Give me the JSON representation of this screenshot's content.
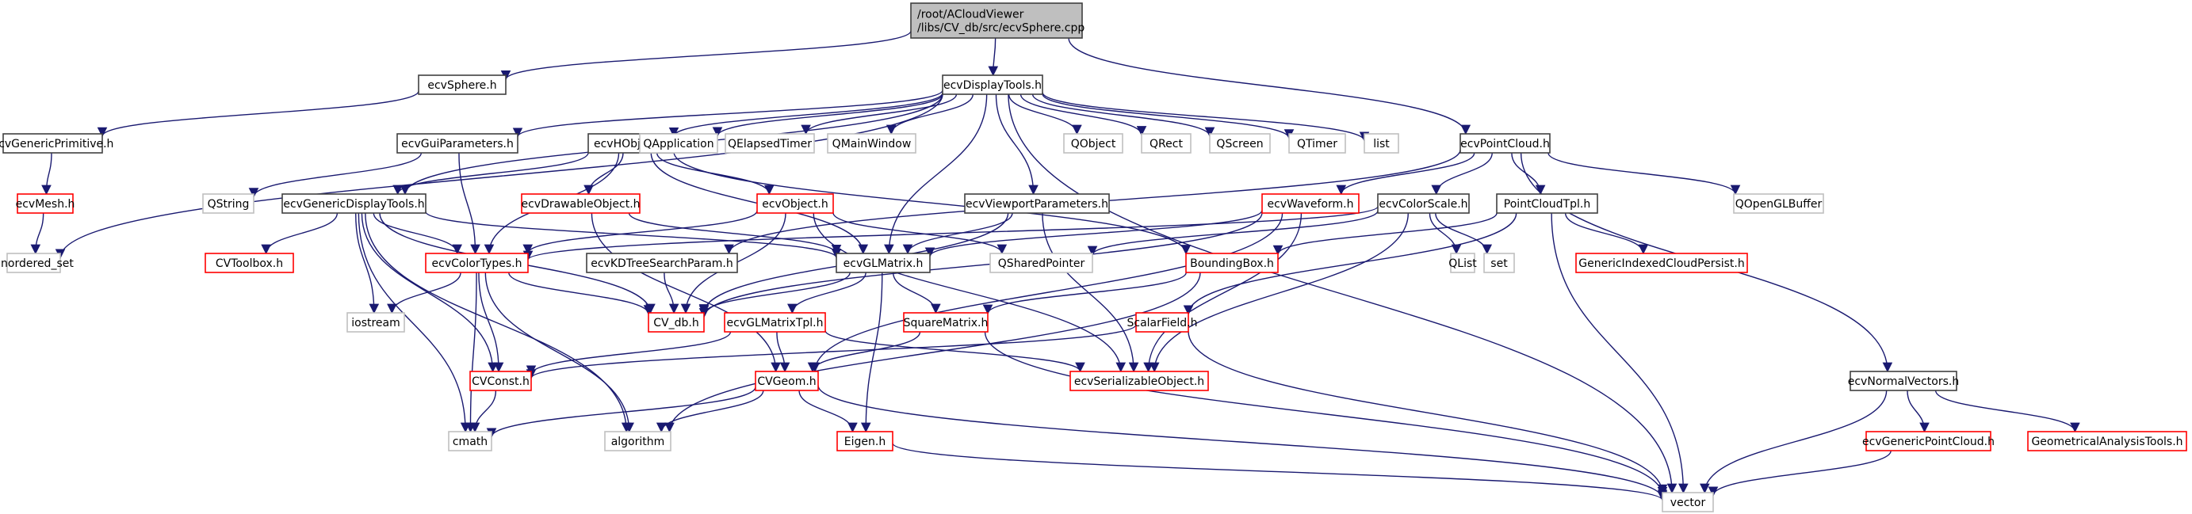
{
  "diagram": {
    "title": "Include dependency graph for ecvSphere.cpp",
    "edge_color": "#191970",
    "legend_colors": {
      "root": "#bfbfbf",
      "documented": "#404040",
      "truncated": "#ff0000",
      "system": "#bfbfbf"
    },
    "nodes": [
      {
        "id": "root",
        "label_lines": [
          "/root/ACloudViewer",
          "/libs/CV_db/src/ecvSphere.cpp"
        ],
        "kind": "root"
      },
      {
        "id": "ecvSphere",
        "label_lines": [
          "ecvSphere.h"
        ],
        "kind": "doc"
      },
      {
        "id": "ecvDisplayTools",
        "label_lines": [
          "ecvDisplayTools.h"
        ],
        "kind": "doc"
      },
      {
        "id": "ecvGenericPrimitive",
        "label_lines": [
          "ecvGenericPrimitive.h"
        ],
        "kind": "doc"
      },
      {
        "id": "ecvMesh",
        "label_lines": [
          "ecvMesh.h"
        ],
        "kind": "red"
      },
      {
        "id": "unordered_set",
        "label_lines": [
          "unordered_set"
        ],
        "kind": "sys"
      },
      {
        "id": "ecvGuiParameters",
        "label_lines": [
          "ecvGuiParameters.h"
        ],
        "kind": "doc"
      },
      {
        "id": "QString",
        "label_lines": [
          "QString"
        ],
        "kind": "sys"
      },
      {
        "id": "ecvGenericDisplayTools",
        "label_lines": [
          "ecvGenericDisplayTools.h"
        ],
        "kind": "doc"
      },
      {
        "id": "ecvHObject",
        "label_lines": [
          "ecvHObject.h"
        ],
        "kind": "doc"
      },
      {
        "id": "QApplication",
        "label_lines": [
          "QApplication"
        ],
        "kind": "sys"
      },
      {
        "id": "QElapsedTimer",
        "label_lines": [
          "QElapsedTimer"
        ],
        "kind": "sys"
      },
      {
        "id": "QMainWindow",
        "label_lines": [
          "QMainWindow"
        ],
        "kind": "sys"
      },
      {
        "id": "QObject",
        "label_lines": [
          "QObject"
        ],
        "kind": "sys"
      },
      {
        "id": "QRect",
        "label_lines": [
          "QRect"
        ],
        "kind": "sys"
      },
      {
        "id": "QScreen",
        "label_lines": [
          "QScreen"
        ],
        "kind": "sys"
      },
      {
        "id": "QTimer",
        "label_lines": [
          "QTimer"
        ],
        "kind": "sys"
      },
      {
        "id": "list",
        "label_lines": [
          "list"
        ],
        "kind": "sys"
      },
      {
        "id": "ecvPointCloud",
        "label_lines": [
          "ecvPointCloud.h"
        ],
        "kind": "doc"
      },
      {
        "id": "QOpenGLBuffer",
        "label_lines": [
          "QOpenGLBuffer"
        ],
        "kind": "sys"
      },
      {
        "id": "ecvDrawableObject",
        "label_lines": [
          "ecvDrawableObject.h"
        ],
        "kind": "red"
      },
      {
        "id": "ecvObject",
        "label_lines": [
          "ecvObject.h"
        ],
        "kind": "red"
      },
      {
        "id": "ecvViewportParameters",
        "label_lines": [
          "ecvViewportParameters.h"
        ],
        "kind": "doc"
      },
      {
        "id": "ecvWaveform",
        "label_lines": [
          "ecvWaveform.h"
        ],
        "kind": "red"
      },
      {
        "id": "ecvColorScale",
        "label_lines": [
          "ecvColorScale.h"
        ],
        "kind": "doc"
      },
      {
        "id": "PointCloudTpl",
        "label_lines": [
          "PointCloudTpl.h"
        ],
        "kind": "doc"
      },
      {
        "id": "CVToolbox",
        "label_lines": [
          "CVToolbox.h"
        ],
        "kind": "red"
      },
      {
        "id": "ecvColorTypes",
        "label_lines": [
          "ecvColorTypes.h"
        ],
        "kind": "red"
      },
      {
        "id": "ecvKDTreeSearchParam",
        "label_lines": [
          "ecvKDTreeSearchParam.h"
        ],
        "kind": "doc"
      },
      {
        "id": "ecvGLMatrix",
        "label_lines": [
          "ecvGLMatrix.h"
        ],
        "kind": "doc"
      },
      {
        "id": "QSharedPointer",
        "label_lines": [
          "QSharedPointer"
        ],
        "kind": "sys"
      },
      {
        "id": "BoundingBox",
        "label_lines": [
          "BoundingBox.h"
        ],
        "kind": "red"
      },
      {
        "id": "QList",
        "label_lines": [
          "QList"
        ],
        "kind": "sys"
      },
      {
        "id": "set",
        "label_lines": [
          "set"
        ],
        "kind": "sys"
      },
      {
        "id": "GenericIndexedCloudPersist",
        "label_lines": [
          "GenericIndexedCloudPersist.h"
        ],
        "kind": "red"
      },
      {
        "id": "iostream",
        "label_lines": [
          "iostream"
        ],
        "kind": "sys"
      },
      {
        "id": "CV_db",
        "label_lines": [
          "CV_db.h"
        ],
        "kind": "red"
      },
      {
        "id": "ecvGLMatrixTpl",
        "label_lines": [
          "ecvGLMatrixTpl.h"
        ],
        "kind": "red"
      },
      {
        "id": "SquareMatrix",
        "label_lines": [
          "SquareMatrix.h"
        ],
        "kind": "red"
      },
      {
        "id": "ScalarField",
        "label_lines": [
          "ScalarField.h"
        ],
        "kind": "red"
      },
      {
        "id": "CVConst",
        "label_lines": [
          "CVConst.h"
        ],
        "kind": "red"
      },
      {
        "id": "CVGeom",
        "label_lines": [
          "CVGeom.h"
        ],
        "kind": "red"
      },
      {
        "id": "ecvSerializableObject",
        "label_lines": [
          "ecvSerializableObject.h"
        ],
        "kind": "red"
      },
      {
        "id": "ecvNormalVectors",
        "label_lines": [
          "ecvNormalVectors.h"
        ],
        "kind": "doc"
      },
      {
        "id": "cmath",
        "label_lines": [
          "cmath"
        ],
        "kind": "sys"
      },
      {
        "id": "algorithm",
        "label_lines": [
          "algorithm"
        ],
        "kind": "sys"
      },
      {
        "id": "Eigen",
        "label_lines": [
          "Eigen.h"
        ],
        "kind": "red"
      },
      {
        "id": "ecvGenericPointCloud",
        "label_lines": [
          "ecvGenericPointCloud.h"
        ],
        "kind": "red"
      },
      {
        "id": "GeometricalAnalysisTools",
        "label_lines": [
          "GeometricalAnalysisTools.h"
        ],
        "kind": "red"
      },
      {
        "id": "vector",
        "label_lines": [
          "vector"
        ],
        "kind": "sys"
      }
    ],
    "edges": [
      [
        "root",
        "ecvSphere"
      ],
      [
        "root",
        "ecvDisplayTools"
      ],
      [
        "root",
        "ecvPointCloud"
      ],
      [
        "ecvSphere",
        "ecvGenericPrimitive"
      ],
      [
        "ecvGenericPrimitive",
        "ecvMesh"
      ],
      [
        "ecvMesh",
        "unordered_set"
      ],
      [
        "ecvDisplayTools",
        "ecvGuiParameters"
      ],
      [
        "ecvDisplayTools",
        "ecvGenericDisplayTools"
      ],
      [
        "ecvDisplayTools",
        "ecvHObject"
      ],
      [
        "ecvDisplayTools",
        "QApplication"
      ],
      [
        "ecvDisplayTools",
        "QElapsedTimer"
      ],
      [
        "ecvDisplayTools",
        "QMainWindow"
      ],
      [
        "ecvDisplayTools",
        "QObject"
      ],
      [
        "ecvDisplayTools",
        "QRect"
      ],
      [
        "ecvDisplayTools",
        "QScreen"
      ],
      [
        "ecvDisplayTools",
        "QTimer"
      ],
      [
        "ecvDisplayTools",
        "list"
      ],
      [
        "ecvDisplayTools",
        "unordered_set"
      ],
      [
        "ecvDisplayTools",
        "ecvViewportParameters"
      ],
      [
        "ecvDisplayTools",
        "ecvGLMatrix"
      ],
      [
        "ecvDisplayTools",
        "vector"
      ],
      [
        "ecvGuiParameters",
        "QString"
      ],
      [
        "ecvGuiParameters",
        "ecvColorTypes"
      ],
      [
        "ecvGenericDisplayTools",
        "CVToolbox"
      ],
      [
        "ecvGenericDisplayTools",
        "ecvColorTypes"
      ],
      [
        "ecvGenericDisplayTools",
        "iostream"
      ],
      [
        "ecvGenericDisplayTools",
        "CV_db"
      ],
      [
        "ecvGenericDisplayTools",
        "ecvGLMatrix"
      ],
      [
        "ecvGenericDisplayTools",
        "CVConst"
      ],
      [
        "ecvGenericDisplayTools",
        "cmath"
      ],
      [
        "ecvGenericDisplayTools",
        "algorithm"
      ],
      [
        "ecvHObject",
        "ecvDrawableObject"
      ],
      [
        "ecvHObject",
        "ecvObject"
      ],
      [
        "ecvHObject",
        "ecvGLMatrix"
      ],
      [
        "ecvHObject",
        "ecvColorTypes"
      ],
      [
        "ecvHObject",
        "BoundingBox"
      ],
      [
        "ecvHObject",
        "ecvGenericDisplayTools"
      ],
      [
        "ecvDrawableObject",
        "ecvGLMatrix"
      ],
      [
        "ecvDrawableObject",
        "CVGeom"
      ],
      [
        "ecvObject",
        "CV_db"
      ],
      [
        "ecvObject",
        "QSharedPointer"
      ],
      [
        "ecvObject",
        "ecvSerializableObject"
      ],
      [
        "ecvObject",
        "ecvColorTypes"
      ],
      [
        "ecvViewportParameters",
        "ecvGLMatrix"
      ],
      [
        "ecvViewportParameters",
        "CV_db"
      ],
      [
        "ecvViewportParameters",
        "ecvSerializableObject"
      ],
      [
        "ecvPointCloud",
        "ecvWaveform"
      ],
      [
        "ecvPointCloud",
        "ecvColorScale"
      ],
      [
        "ecvPointCloud",
        "PointCloudTpl"
      ],
      [
        "ecvPointCloud",
        "QOpenGLBuffer"
      ],
      [
        "ecvPointCloud",
        "ecvNormalVectors"
      ],
      [
        "ecvPointCloud",
        "ecvKDTreeSearchParam"
      ],
      [
        "ecvWaveform",
        "ecvGLMatrix"
      ],
      [
        "ecvWaveform",
        "CV_db"
      ],
      [
        "ecvWaveform",
        "ecvSerializableObject"
      ],
      [
        "ecvWaveform",
        "CVGeom"
      ],
      [
        "ecvColorScale",
        "QList"
      ],
      [
        "ecvColorScale",
        "set"
      ],
      [
        "ecvColorScale",
        "QSharedPointer"
      ],
      [
        "ecvColorScale",
        "ecvColorTypes"
      ],
      [
        "ecvColorScale",
        "ecvSerializableObject"
      ],
      [
        "PointCloudTpl",
        "GenericIndexedCloudPersist"
      ],
      [
        "PointCloudTpl",
        "ScalarField"
      ],
      [
        "PointCloudTpl",
        "BoundingBox"
      ],
      [
        "PointCloudTpl",
        "vector"
      ],
      [
        "ecvColorTypes",
        "iostream"
      ],
      [
        "ecvColorTypes",
        "CV_db"
      ],
      [
        "ecvColorTypes",
        "CVConst"
      ],
      [
        "ecvColorTypes",
        "cmath"
      ],
      [
        "ecvColorTypes",
        "algorithm"
      ],
      [
        "ecvKDTreeSearchParam",
        "CV_db"
      ],
      [
        "ecvGLMatrix",
        "CV_db"
      ],
      [
        "ecvGLMatrix",
        "ecvGLMatrixTpl"
      ],
      [
        "ecvGLMatrix",
        "SquareMatrix"
      ],
      [
        "ecvGLMatrix",
        "Eigen"
      ],
      [
        "ecvGLMatrixTpl",
        "CVGeom"
      ],
      [
        "ecvGLMatrixTpl",
        "CVConst"
      ],
      [
        "ecvGLMatrixTpl",
        "ecvSerializableObject"
      ],
      [
        "BoundingBox",
        "SquareMatrix"
      ],
      [
        "BoundingBox",
        "algorithm"
      ],
      [
        "SquareMatrix",
        "CVGeom"
      ],
      [
        "SquareMatrix",
        "vector"
      ],
      [
        "ScalarField",
        "CVConst"
      ],
      [
        "ScalarField",
        "vector"
      ],
      [
        "CVConst",
        "cmath"
      ],
      [
        "CVGeom",
        "cmath"
      ],
      [
        "CVGeom",
        "algorithm"
      ],
      [
        "CVGeom",
        "Eigen"
      ],
      [
        "CVGeom",
        "vector"
      ],
      [
        "Eigen",
        "vector"
      ],
      [
        "ecvNormalVectors",
        "ecvGenericPointCloud"
      ],
      [
        "ecvNormalVectors",
        "GeometricalAnalysisTools"
      ],
      [
        "ecvNormalVectors",
        "vector"
      ],
      [
        "ecvGenericPointCloud",
        "vector"
      ]
    ]
  }
}
